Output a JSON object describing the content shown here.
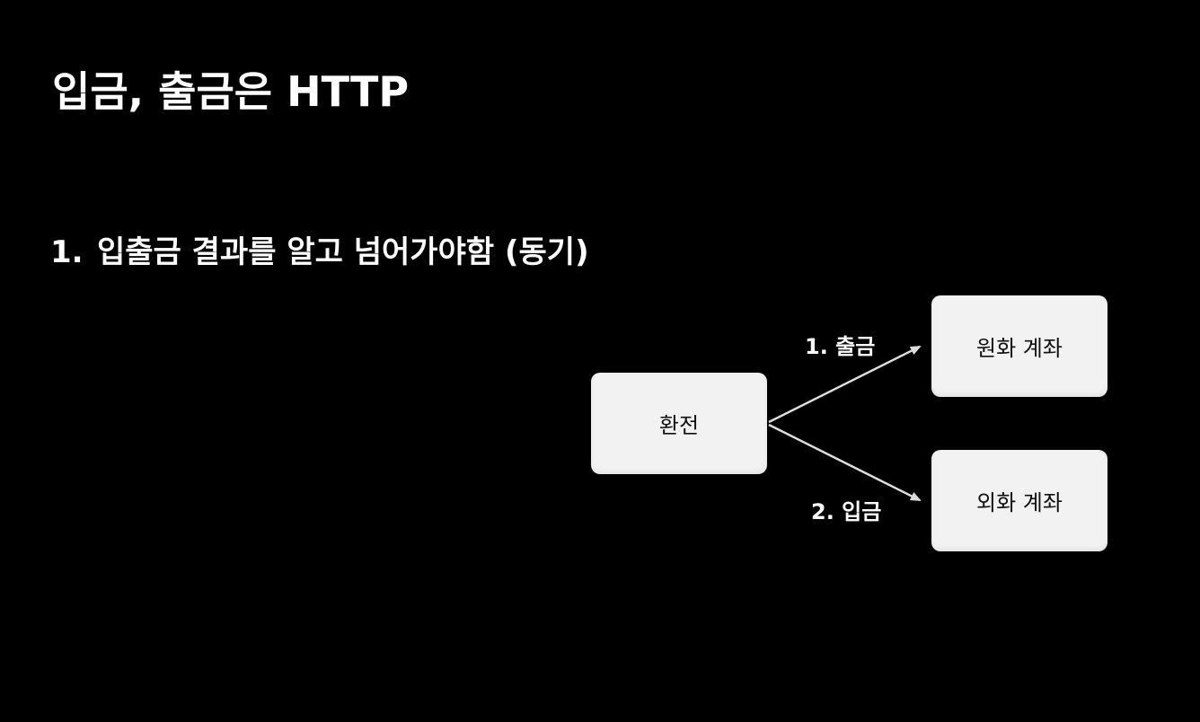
{
  "title": "입금, 출금은 HTTP",
  "bullet": {
    "number": "1.",
    "text": "입출금 결과를 알고 넘어가야함 (동기)"
  },
  "diagram": {
    "nodes": {
      "exchange": "환전",
      "krw_account": "원화 계좌",
      "fx_account": "외화 계좌"
    },
    "edges": {
      "withdraw": "1. 출금",
      "deposit": "2. 입금"
    },
    "colors": {
      "node_fill": "#f2f2f2",
      "arrow": "#dddddd",
      "background": "#000000"
    }
  }
}
